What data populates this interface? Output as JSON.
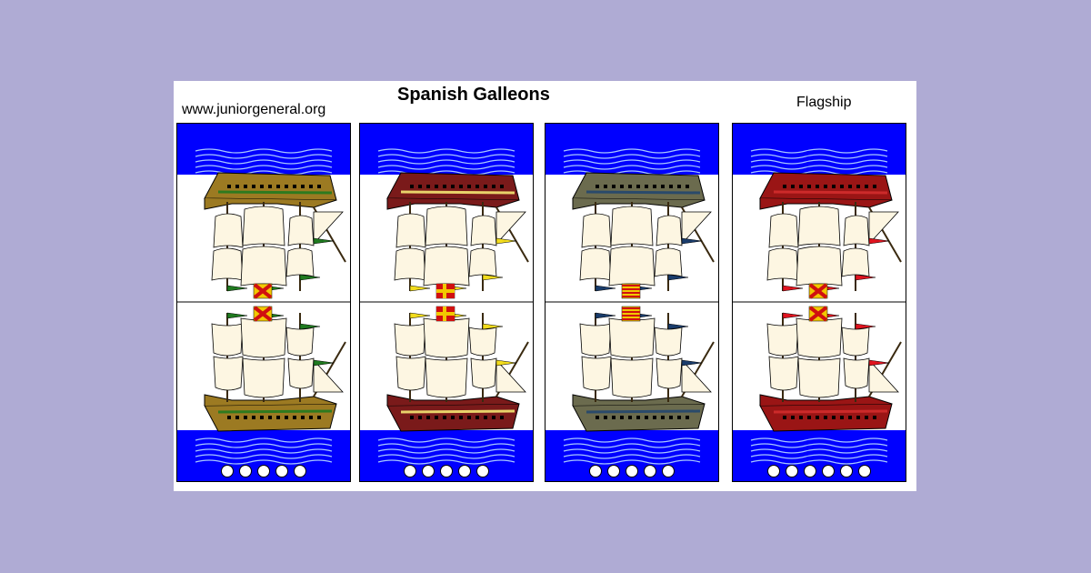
{
  "header": {
    "website": "www.juniorgeneral.org",
    "title": "Spanish Galleons",
    "flagship_label": "Flagship"
  },
  "colors": {
    "background": "#afabd4",
    "sea": "#0000ff",
    "sail": "#fdf6e2"
  },
  "ships": [
    {
      "hull_color": "#9c7a22",
      "trim_color": "#2e7a1f",
      "pennant_color": "#1f7a1f",
      "flag": "x-cross",
      "markers": 5
    },
    {
      "hull_color": "#7a1a1a",
      "trim_color": "#e8d36a",
      "pennant_color": "#f2dc1c",
      "flag": "cross",
      "markers": 5
    },
    {
      "hull_color": "#6b6b4e",
      "trim_color": "#2a4a6b",
      "pennant_color": "#1a3c6b",
      "flag": "stripes",
      "markers": 5
    },
    {
      "hull_color": "#9a1515",
      "trim_color": "#cc2a2a",
      "pennant_color": "#e0141f",
      "flag": "x-cross",
      "markers": 6
    }
  ]
}
